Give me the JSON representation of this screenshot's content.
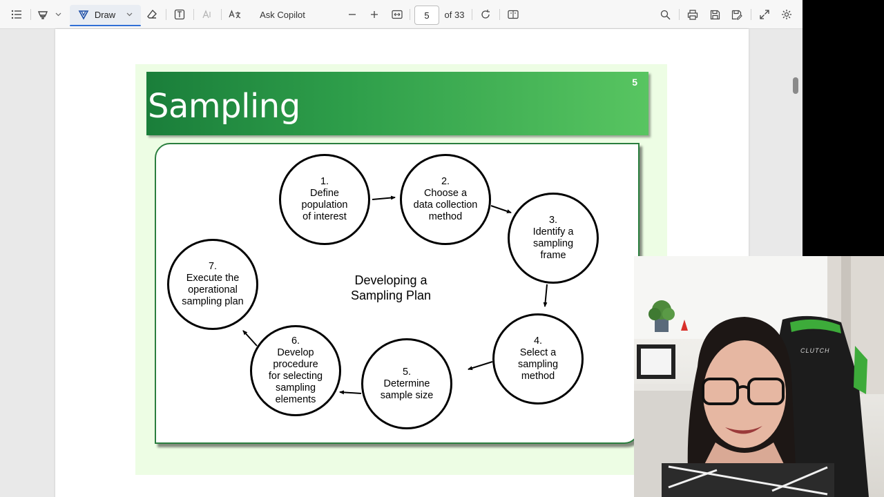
{
  "toolbar": {
    "draw_label": "Draw",
    "copilot_label": "Ask Copilot",
    "page_current": "5",
    "page_total": "of 33"
  },
  "slide": {
    "title": "Sampling",
    "number": "5",
    "center_label": "Developing a\nSampling Plan",
    "steps": [
      {
        "label": "1.\nDefine\npopulation\nof interest"
      },
      {
        "label": "2.\nChoose a\ndata collection\nmethod"
      },
      {
        "label": "3.\nIdentify a\nsampling\nframe"
      },
      {
        "label": "4.\nSelect a\nsampling\nmethod"
      },
      {
        "label": "5.\nDetermine\nsample size"
      },
      {
        "label": "6.\nDevelop\nprocedure\nfor selecting\nsampling\nelements"
      },
      {
        "label": "7.\nExecute the\noperational\nsampling plan"
      }
    ]
  },
  "webcam": {
    "chair_brand": "CLUTCH"
  },
  "colors": {
    "header_dark": "#1a7e3a",
    "header_light": "#58c561",
    "slide_bg": "#edfde4",
    "accent": "#2f6fd6"
  },
  "icons": [
    "contents-icon",
    "highlighter-icon",
    "draw-pen-icon",
    "eraser-icon",
    "text-box-icon",
    "read-aloud-icon",
    "translate-icon",
    "zoom-out-icon",
    "zoom-in-icon",
    "fit-width-icon",
    "rotate-icon",
    "two-page-icon",
    "search-icon",
    "print-icon",
    "save-icon",
    "save-as-icon",
    "fullscreen-icon",
    "settings-icon"
  ]
}
